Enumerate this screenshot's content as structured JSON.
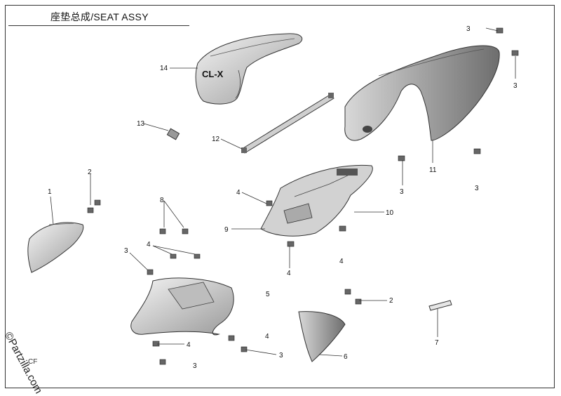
{
  "diagram": {
    "title": "座垫总成/SEAT ASSY",
    "watermark": "©Partzilla.com",
    "logo_mark": "CF",
    "tank_badge": "CL-X",
    "callouts": [
      {
        "id": "c14",
        "text": "14"
      },
      {
        "id": "c13",
        "text": "13"
      },
      {
        "id": "c12",
        "text": "12"
      },
      {
        "id": "c11",
        "text": "11"
      },
      {
        "id": "c10",
        "text": "10"
      },
      {
        "id": "c9",
        "text": "9"
      },
      {
        "id": "c8",
        "text": "8"
      },
      {
        "id": "c7",
        "text": "7"
      },
      {
        "id": "c6",
        "text": "6"
      },
      {
        "id": "c5",
        "text": "5"
      },
      {
        "id": "c4a",
        "text": "4"
      },
      {
        "id": "c4b",
        "text": "4"
      },
      {
        "id": "c4c",
        "text": "4"
      },
      {
        "id": "c4d",
        "text": "4"
      },
      {
        "id": "c4e",
        "text": "4"
      },
      {
        "id": "c4f",
        "text": "4"
      },
      {
        "id": "c3a",
        "text": "3"
      },
      {
        "id": "c3b",
        "text": "3"
      },
      {
        "id": "c3c",
        "text": "3"
      },
      {
        "id": "c3d",
        "text": "3"
      },
      {
        "id": "c3e",
        "text": "3"
      },
      {
        "id": "c3f",
        "text": "3"
      },
      {
        "id": "c3g",
        "text": "3"
      },
      {
        "id": "c2a",
        "text": "2"
      },
      {
        "id": "c2b",
        "text": "2"
      },
      {
        "id": "c1",
        "text": "1"
      }
    ]
  }
}
